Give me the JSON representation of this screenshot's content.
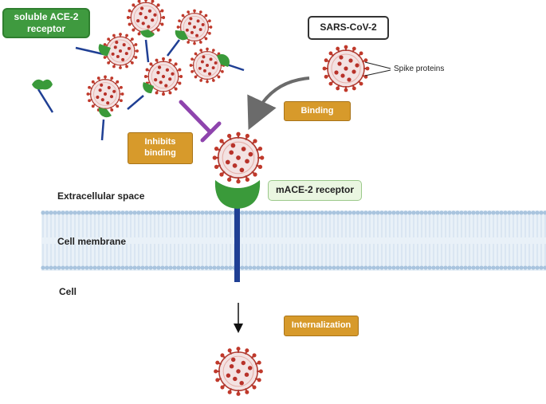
{
  "labels": {
    "soluble_receptor": "soluble ACE-2 receptor",
    "virus_name": "SARS-CoV-2",
    "spike_proteins": "Spike proteins",
    "binding": "Binding",
    "inhibits_binding": "Inhibits binding",
    "membrane_receptor": "mACE-2 receptor",
    "extracellular_space": "Extracellular space",
    "cell_membrane": "Cell membrane",
    "cell": "Cell",
    "internalization": "Internalization"
  },
  "colors": {
    "soluble_label_fill": "#3f9a3f",
    "process_label_fill": "#d79a2b",
    "receptor_label_fill": "#eaf6e1",
    "virus_red": "#c0392b",
    "receptor_green": "#3a9a3a",
    "receptor_stem_blue": "#1f3f94",
    "inhibition_purple": "#8e44ad",
    "membrane_blue": "#a9c4de"
  }
}
